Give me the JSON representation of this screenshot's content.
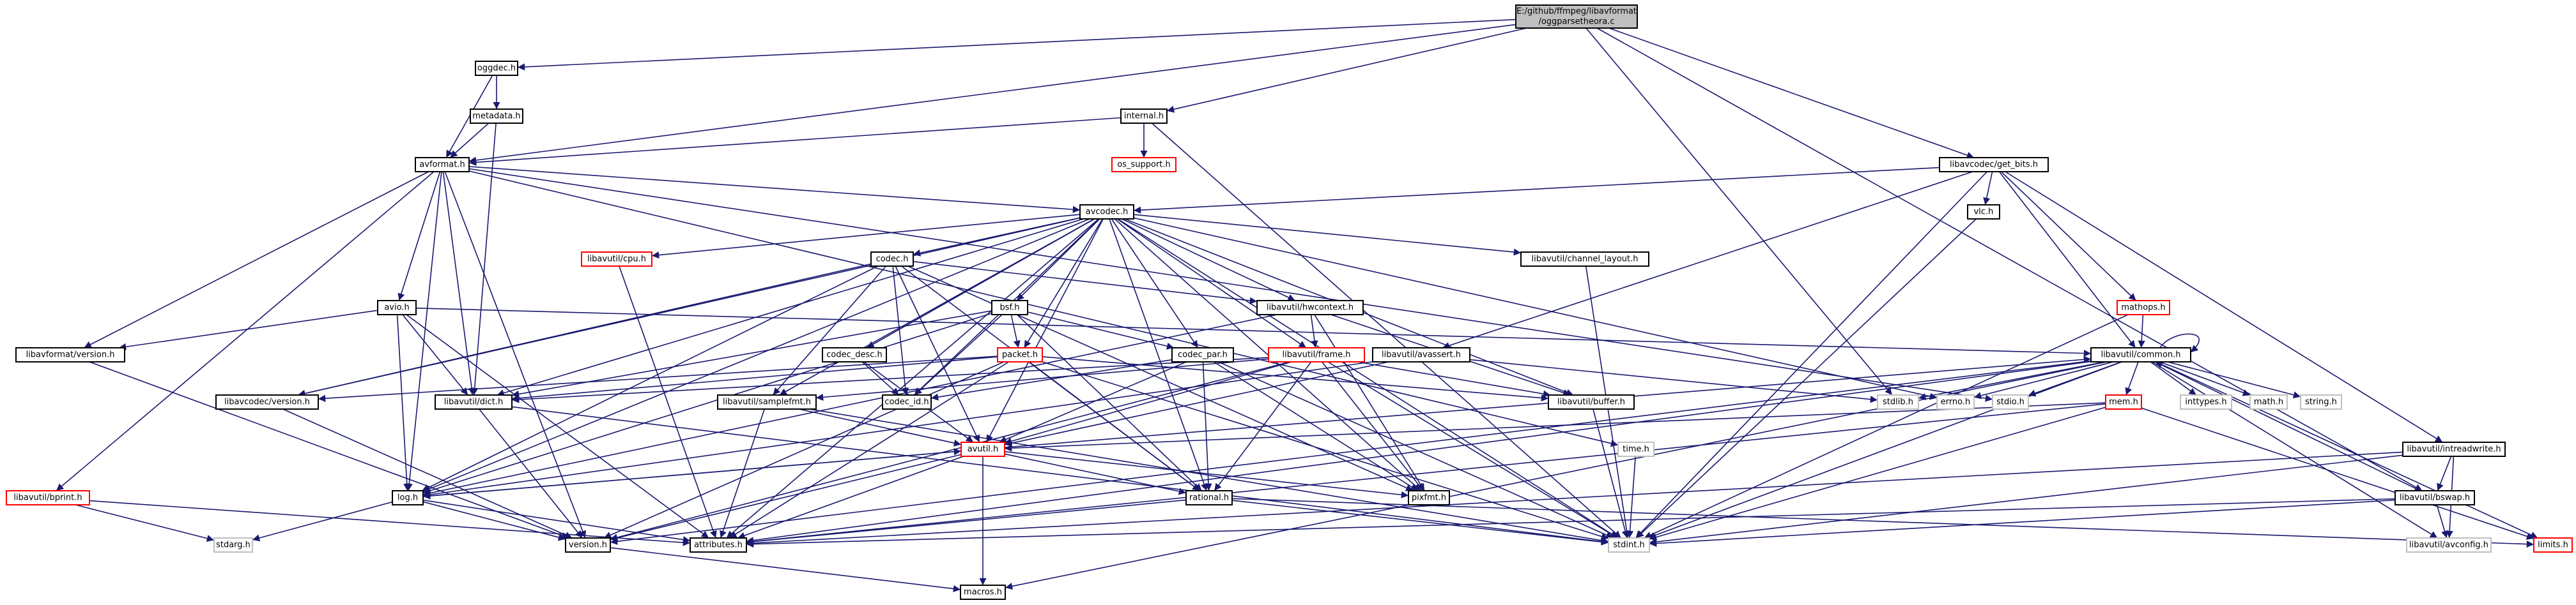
{
  "colors": {
    "background": "#ffffff",
    "root_fill": "#bfbfbf",
    "node_border": "#000000",
    "missing_border": "#bfbfbf",
    "missing_ref_text": "#000000",
    "red_border": "#ff0000",
    "edge": "#191970",
    "edge_gray": "#7a7a7a"
  },
  "nodes": [
    {
      "id": "root",
      "lines": [
        "E:/github/ffmpeg/libavformat",
        "/oggparsetheora.c"
      ],
      "style": "root"
    },
    {
      "id": "oggdec",
      "lines": [
        "oggdec.h"
      ],
      "style": "normal"
    },
    {
      "id": "metadata",
      "lines": [
        "metadata.h"
      ],
      "style": "normal"
    },
    {
      "id": "internal",
      "lines": [
        "internal.h"
      ],
      "style": "normal"
    },
    {
      "id": "os_support",
      "lines": [
        "os_support.h"
      ],
      "style": "red"
    },
    {
      "id": "avformat",
      "lines": [
        "avformat.h"
      ],
      "style": "normal"
    },
    {
      "id": "getbits",
      "lines": [
        "libavcodec/get_bits.h"
      ],
      "style": "normal"
    },
    {
      "id": "vlc",
      "lines": [
        "vlc.h"
      ],
      "style": "normal"
    },
    {
      "id": "avcodec",
      "lines": [
        "avcodec.h"
      ],
      "style": "normal"
    },
    {
      "id": "cpu",
      "lines": [
        "libavutil/cpu.h"
      ],
      "style": "red"
    },
    {
      "id": "codec",
      "lines": [
        "codec.h"
      ],
      "style": "normal"
    },
    {
      "id": "chlayout",
      "lines": [
        "libavutil/channel_layout.h"
      ],
      "style": "normal"
    },
    {
      "id": "mathops",
      "lines": [
        "mathops.h"
      ],
      "style": "red"
    },
    {
      "id": "avio",
      "lines": [
        "avio.h"
      ],
      "style": "normal"
    },
    {
      "id": "lavfversion",
      "lines": [
        "libavformat/version.h"
      ],
      "style": "normal"
    },
    {
      "id": "bsf",
      "lines": [
        "bsf.h"
      ],
      "style": "normal"
    },
    {
      "id": "hwcontext",
      "lines": [
        "libavutil/hwcontext.h"
      ],
      "style": "normal"
    },
    {
      "id": "codecdesc",
      "lines": [
        "codec_desc.h"
      ],
      "style": "normal"
    },
    {
      "id": "codecpar",
      "lines": [
        "codec_par.h"
      ],
      "style": "normal"
    },
    {
      "id": "packet",
      "lines": [
        "packet.h"
      ],
      "style": "red"
    },
    {
      "id": "frame",
      "lines": [
        "libavutil/frame.h"
      ],
      "style": "red"
    },
    {
      "id": "avassert",
      "lines": [
        "libavutil/avassert.h"
      ],
      "style": "normal"
    },
    {
      "id": "common",
      "lines": [
        "libavutil/common.h"
      ],
      "style": "normal"
    },
    {
      "id": "lavcversion",
      "lines": [
        "libavcodec/version.h"
      ],
      "style": "normal"
    },
    {
      "id": "dict",
      "lines": [
        "libavutil/dict.h"
      ],
      "style": "normal"
    },
    {
      "id": "codecid",
      "lines": [
        "codec_id.h"
      ],
      "style": "normal"
    },
    {
      "id": "samplefmt",
      "lines": [
        "libavutil/samplefmt.h"
      ],
      "style": "normal"
    },
    {
      "id": "buffer",
      "lines": [
        "libavutil/buffer.h"
      ],
      "style": "normal"
    },
    {
      "id": "stdlib",
      "lines": [
        "stdlib.h"
      ],
      "style": "gray"
    },
    {
      "id": "errno",
      "lines": [
        "errno.h"
      ],
      "style": "gray"
    },
    {
      "id": "stdio",
      "lines": [
        "stdio.h"
      ],
      "style": "gray"
    },
    {
      "id": "mem",
      "lines": [
        "mem.h"
      ],
      "style": "red"
    },
    {
      "id": "inttypes",
      "lines": [
        "inttypes.h"
      ],
      "style": "gray"
    },
    {
      "id": "math",
      "lines": [
        "math.h"
      ],
      "style": "gray"
    },
    {
      "id": "string",
      "lines": [
        "string.h"
      ],
      "style": "gray"
    },
    {
      "id": "intreadwrite",
      "lines": [
        "libavutil/intreadwrite.h"
      ],
      "style": "normal"
    },
    {
      "id": "bswap",
      "lines": [
        "libavutil/bswap.h"
      ],
      "style": "normal"
    },
    {
      "id": "avconfig",
      "lines": [
        "libavutil/avconfig.h"
      ],
      "style": "gray"
    },
    {
      "id": "limits",
      "lines": [
        "limits.h"
      ],
      "style": "red"
    },
    {
      "id": "avutil",
      "lines": [
        "avutil.h"
      ],
      "style": "red"
    },
    {
      "id": "time",
      "lines": [
        "time.h"
      ],
      "style": "gray"
    },
    {
      "id": "bprint",
      "lines": [
        "libavutil/bprint.h"
      ],
      "style": "red"
    },
    {
      "id": "log",
      "lines": [
        "log.h"
      ],
      "style": "normal"
    },
    {
      "id": "rational",
      "lines": [
        "rational.h"
      ],
      "style": "normal"
    },
    {
      "id": "pixfmt",
      "lines": [
        "pixfmt.h"
      ],
      "style": "normal"
    },
    {
      "id": "stdarg",
      "lines": [
        "stdarg.h"
      ],
      "style": "gray"
    },
    {
      "id": "version",
      "lines": [
        "version.h"
      ],
      "style": "normal"
    },
    {
      "id": "attributes",
      "lines": [
        "attributes.h"
      ],
      "style": "normal"
    },
    {
      "id": "stdint",
      "lines": [
        "stdint.h"
      ],
      "style": "gray"
    },
    {
      "id": "macros",
      "lines": [
        "macros.h"
      ],
      "style": "normal"
    }
  ],
  "edges": [
    [
      "root",
      "oggdec"
    ],
    [
      "root",
      "internal"
    ],
    [
      "root",
      "avformat"
    ],
    [
      "root",
      "getbits"
    ],
    [
      "root",
      "bswap"
    ],
    [
      "root",
      "stdlib"
    ],
    [
      "oggdec",
      "metadata"
    ],
    [
      "oggdec",
      "avformat"
    ],
    [
      "metadata",
      "avformat"
    ],
    [
      "metadata",
      "dict"
    ],
    [
      "internal",
      "os_support"
    ],
    [
      "internal",
      "avformat"
    ],
    [
      "internal",
      "stdint"
    ],
    [
      "avformat",
      "avcodec"
    ],
    [
      "avformat",
      "avio"
    ],
    [
      "avformat",
      "lavfversion"
    ],
    [
      "avformat",
      "dict"
    ],
    [
      "avformat",
      "log"
    ],
    [
      "avformat",
      "time"
    ],
    [
      "avformat",
      "stdio"
    ],
    [
      "avformat",
      "version"
    ],
    [
      "avformat",
      "bprint"
    ],
    [
      "getbits",
      "vlc"
    ],
    [
      "getbits",
      "mathops"
    ],
    [
      "getbits",
      "avassert"
    ],
    [
      "getbits",
      "common"
    ],
    [
      "getbits",
      "intreadwrite"
    ],
    [
      "getbits",
      "avcodec"
    ],
    [
      "getbits",
      "stdint"
    ],
    [
      "vlc",
      "stdint"
    ],
    [
      "avcodec",
      "cpu"
    ],
    [
      "avcodec",
      "codec"
    ],
    [
      "avcodec",
      "chlayout"
    ],
    [
      "avcodec",
      "bsf"
    ],
    [
      "avcodec",
      "hwcontext"
    ],
    [
      "avcodec",
      "codecdesc"
    ],
    [
      "avcodec",
      "codecpar"
    ],
    [
      "avcodec",
      "packet"
    ],
    [
      "avcodec",
      "frame"
    ],
    [
      "avcodec",
      "buffer"
    ],
    [
      "avcodec",
      "samplefmt"
    ],
    [
      "avcodec",
      "lavcversion"
    ],
    [
      "avcodec",
      "dict"
    ],
    [
      "avcodec",
      "avutil"
    ],
    [
      "avcodec",
      "log"
    ],
    [
      "avcodec",
      "pixfmt"
    ],
    [
      "avcodec",
      "rational"
    ],
    [
      "avcodec",
      "attributes"
    ],
    [
      "avcodec",
      "codecid"
    ],
    [
      "avcodec",
      "errno"
    ],
    [
      "avcodec",
      "stdint"
    ],
    [
      "cpu",
      "attributes"
    ],
    [
      "codec",
      "hwcontext"
    ],
    [
      "codec",
      "samplefmt"
    ],
    [
      "codec",
      "codecid"
    ],
    [
      "codec",
      "avutil"
    ],
    [
      "codec",
      "log"
    ],
    [
      "codec",
      "pixfmt"
    ],
    [
      "codec",
      "rational"
    ],
    [
      "codec",
      "lavcversion"
    ],
    [
      "chlayout",
      "stdint"
    ],
    [
      "mathops",
      "common"
    ],
    [
      "mathops",
      "stdint"
    ],
    [
      "avio",
      "common"
    ],
    [
      "avio",
      "dict"
    ],
    [
      "avio",
      "log"
    ],
    [
      "avio",
      "lavfversion"
    ],
    [
      "avio",
      "attributes"
    ],
    [
      "lavfversion",
      "version"
    ],
    [
      "bsf",
      "packet"
    ],
    [
      "bsf",
      "codecid"
    ],
    [
      "bsf",
      "codecpar"
    ],
    [
      "bsf",
      "dict"
    ],
    [
      "bsf",
      "log"
    ],
    [
      "bsf",
      "rational"
    ],
    [
      "hwcontext",
      "buffer"
    ],
    [
      "hwcontext",
      "frame"
    ],
    [
      "hwcontext",
      "log"
    ],
    [
      "hwcontext",
      "pixfmt"
    ],
    [
      "codecdesc",
      "avutil"
    ],
    [
      "codecdesc",
      "codecid"
    ],
    [
      "codecpar",
      "avutil"
    ],
    [
      "codecpar",
      "rational"
    ],
    [
      "codecpar",
      "pixfmt"
    ],
    [
      "codecpar",
      "codecid"
    ],
    [
      "codecpar",
      "stdint"
    ],
    [
      "packet",
      "attributes"
    ],
    [
      "packet",
      "buffer"
    ],
    [
      "packet",
      "dict"
    ],
    [
      "packet",
      "rational"
    ],
    [
      "packet",
      "lavcversion"
    ],
    [
      "packet",
      "stdint"
    ],
    [
      "packet",
      "version"
    ],
    [
      "frame",
      "avutil"
    ],
    [
      "frame",
      "buffer"
    ],
    [
      "frame",
      "dict"
    ],
    [
      "frame",
      "rational"
    ],
    [
      "frame",
      "samplefmt"
    ],
    [
      "frame",
      "pixfmt"
    ],
    [
      "frame",
      "version"
    ],
    [
      "frame",
      "stdint"
    ],
    [
      "avassert",
      "stdlib"
    ],
    [
      "avassert",
      "avutil"
    ],
    [
      "avassert",
      "log"
    ],
    [
      "common",
      "common"
    ],
    [
      "common",
      "errno"
    ],
    [
      "common",
      "inttypes"
    ],
    [
      "common",
      "limits"
    ],
    [
      "common",
      "math"
    ],
    [
      "common",
      "stdint"
    ],
    [
      "common",
      "stdio"
    ],
    [
      "common",
      "stdlib"
    ],
    [
      "common",
      "string"
    ],
    [
      "common",
      "attributes"
    ],
    [
      "common",
      "macros"
    ],
    [
      "common",
      "version"
    ],
    [
      "common",
      "mem"
    ],
    [
      "common",
      "avconfig"
    ],
    [
      "lavcversion",
      "version"
    ],
    [
      "dict",
      "stdint"
    ],
    [
      "dict",
      "version"
    ],
    [
      "samplefmt",
      "avutil"
    ],
    [
      "samplefmt",
      "attributes"
    ],
    [
      "samplefmt",
      "stdint"
    ],
    [
      "buffer",
      "stdint"
    ],
    [
      "mem",
      "limits"
    ],
    [
      "mem",
      "stdint"
    ],
    [
      "mem",
      "attributes"
    ],
    [
      "mem",
      "avutil"
    ],
    [
      "intreadwrite",
      "stdint"
    ],
    [
      "intreadwrite",
      "bswap"
    ],
    [
      "intreadwrite",
      "attributes"
    ],
    [
      "intreadwrite",
      "avconfig"
    ],
    [
      "bswap",
      "stdint"
    ],
    [
      "bswap",
      "attributes"
    ],
    [
      "bswap",
      "avconfig"
    ],
    [
      "bswap",
      "common"
    ],
    [
      "avutil",
      "common"
    ],
    [
      "avutil",
      "rational"
    ],
    [
      "avutil",
      "version"
    ],
    [
      "avutil",
      "macros"
    ],
    [
      "avutil",
      "log"
    ],
    [
      "avutil",
      "pixfmt"
    ],
    [
      "avutil",
      "attributes"
    ],
    [
      "time",
      "stdint"
    ],
    [
      "bprint",
      "stdarg"
    ],
    [
      "bprint",
      "attributes"
    ],
    [
      "bprint",
      "avstring"
    ],
    [
      "log",
      "stdarg"
    ],
    [
      "log",
      "avutil"
    ],
    [
      "log",
      "attributes"
    ],
    [
      "log",
      "version"
    ],
    [
      "rational",
      "stdint"
    ],
    [
      "rational",
      "limits"
    ],
    [
      "rational",
      "attributes"
    ],
    [
      "version",
      "macros"
    ]
  ]
}
